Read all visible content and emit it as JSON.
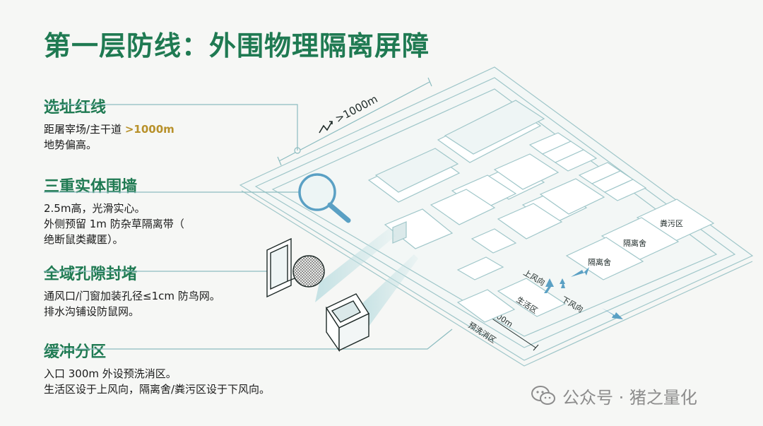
{
  "title": "第一层防线：外围物理隔离屏障",
  "sections": [
    {
      "title": "选址红线",
      "line1_pre": "距屠宰场/主干道 ",
      "line1_hl": ">1000m",
      "line2": "地势偏高。"
    },
    {
      "title": "三重实体围墙",
      "line1": "2.5m高，光滑实心。",
      "line2": "外侧预留 1m 防杂草隔离带（",
      "line3": "绝断鼠类藏匿）。"
    },
    {
      "title": "全域孔隙封堵",
      "line1": "通风口/门窗加装孔径≤1cm 防鸟网。",
      "line2": "排水沟铺设防鼠网。"
    },
    {
      "title": "缓冲分区",
      "line1": "入口 300m 外设预洗消区。",
      "line2": "生活区设于上风向，隔离舍/粪污区设于下风向。"
    }
  ],
  "diagram": {
    "distance_top": ">1000m",
    "distance_300": "300m",
    "prewash": "预洗消区",
    "living": "生活区",
    "upwind": "上风向",
    "downwind": "下风向",
    "isolation1": "隔离舍",
    "isolation2": "隔离舍",
    "manure": "粪污区"
  },
  "watermark": {
    "text": "公众号 · 猪之量化",
    "icon": "wechat-icon"
  },
  "colors": {
    "title_green": "#1f7a52",
    "highlight_gold": "#b8912a",
    "line_teal": "#8cbcc0",
    "arrow_blue": "#5aa0c4"
  }
}
